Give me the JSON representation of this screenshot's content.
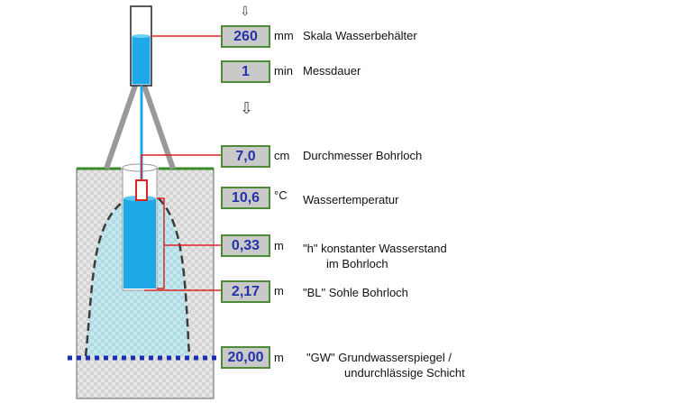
{
  "fields": [
    {
      "id": "skala",
      "value": "260",
      "unit": "mm",
      "label": "Skala Wasserbehälter"
    },
    {
      "id": "messdauer",
      "value": "1",
      "unit": "min",
      "label": "Messdauer"
    },
    {
      "id": "durchmesser",
      "value": "7,0",
      "unit": "cm",
      "label": "Durchmesser Bohrloch"
    },
    {
      "id": "temperatur",
      "value": "10,6",
      "unit": "°C",
      "label": "Wassertemperatur"
    },
    {
      "id": "h",
      "value": "0,33",
      "unit": "m",
      "label": "\"h\"  konstanter Wasserstand",
      "label_line2": "im Bohrloch"
    },
    {
      "id": "bl",
      "value": "2,17",
      "unit": "m",
      "label": "\"BL\"  Sohle Bohrloch"
    },
    {
      "id": "gw",
      "value": "20,00",
      "unit": "m",
      "label": "\"GW\"  Grundwasserspiegel /",
      "label_line2": "undurchlässige Schicht"
    }
  ],
  "colors": {
    "water": "#1ea8e8",
    "box_border": "#4f8a3a",
    "value_text": "#2633a8",
    "leader": "#dd2222",
    "ground_surface": "#3a8a2a",
    "gw_line": "#1a2fb0"
  }
}
